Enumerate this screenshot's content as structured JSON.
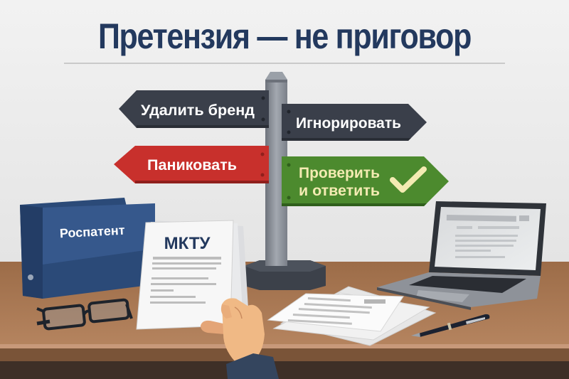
{
  "title": "Претензия — не приговор",
  "colors": {
    "title": "#23395e",
    "wall_top": "#f1f1f1",
    "wall_bottom": "#e6e6e6",
    "desk_top": "#a87550",
    "desk_edge": "#c49677",
    "desk_front": "#7d5639",
    "desk_under": "#3f2f26",
    "sign_dark": "#3a3f4a",
    "sign_red": "#c8302c",
    "sign_green": "#4c8a2e",
    "check": "#f3ebb2",
    "post": "#8a8f98",
    "post_base": "#3e434c",
    "binder": "#2f4f7f",
    "paper": "#f7f7f7",
    "skin": "#f0b985",
    "sleeve": "#34455e"
  },
  "signpost": {
    "signs": [
      {
        "id": "delete-brand",
        "label": "Удалить бренд",
        "direction": "left",
        "color": "dark"
      },
      {
        "id": "ignore",
        "label": "Игнорировать",
        "direction": "right",
        "color": "dark"
      },
      {
        "id": "panic",
        "label": "Паниковать",
        "direction": "left",
        "color": "red"
      },
      {
        "id": "check-and-respond",
        "label_line1": "Проверить",
        "label_line2": "и ответить",
        "direction": "right",
        "color": "green",
        "icon": "checkmark-icon"
      }
    ]
  },
  "binder": {
    "label": "Роспатент"
  },
  "document": {
    "label": "МКТУ"
  },
  "objects": [
    "binder",
    "glasses",
    "document-in-hand",
    "signpost",
    "papers-stack",
    "pen",
    "laptop"
  ]
}
